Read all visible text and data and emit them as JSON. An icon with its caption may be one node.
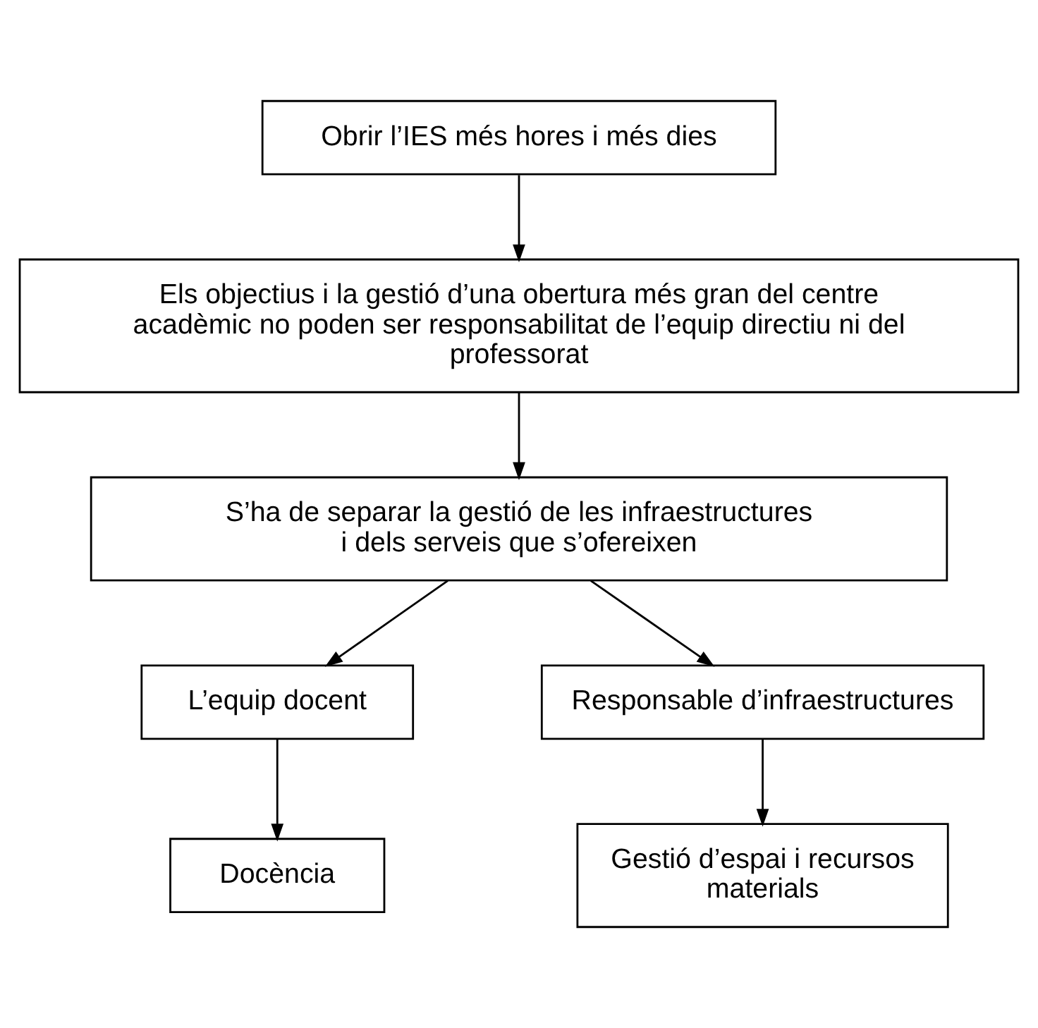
{
  "diagram": {
    "nodes": [
      {
        "text": [
          "Obrir l’IES més hores i més dies"
        ]
      },
      {
        "text": [
          "Els objectius i la gestió d’una obertura més gran del centre acadèmic no poden ser responsabilitat de l’equip directiu ni del professorat"
        ]
      },
      {
        "text": [
          "S’ha de separar la gestió de les infraestructures i dels serveis que s’ofereixen"
        ]
      },
      {
        "text": [
          "L’equip docent"
        ]
      },
      {
        "text": [
          "Responsable d’infraestructures"
        ]
      },
      {
        "text": [
          "Docència"
        ]
      },
      {
        "text": [
          "Gestió d’espai i recursos materials"
        ]
      }
    ],
    "edges": [
      {
        "from": 0,
        "to": 1,
        "arrow": "to"
      },
      {
        "from": 1,
        "to": 2,
        "arrow": "to"
      },
      {
        "from": 2,
        "to": 3,
        "arrow": "to"
      },
      {
        "from": 2,
        "to": 4,
        "arrow": "to"
      },
      {
        "from": 3,
        "to": 5,
        "arrow": "to"
      },
      {
        "from": 4,
        "to": 6,
        "arrow": "to"
      }
    ]
  }
}
